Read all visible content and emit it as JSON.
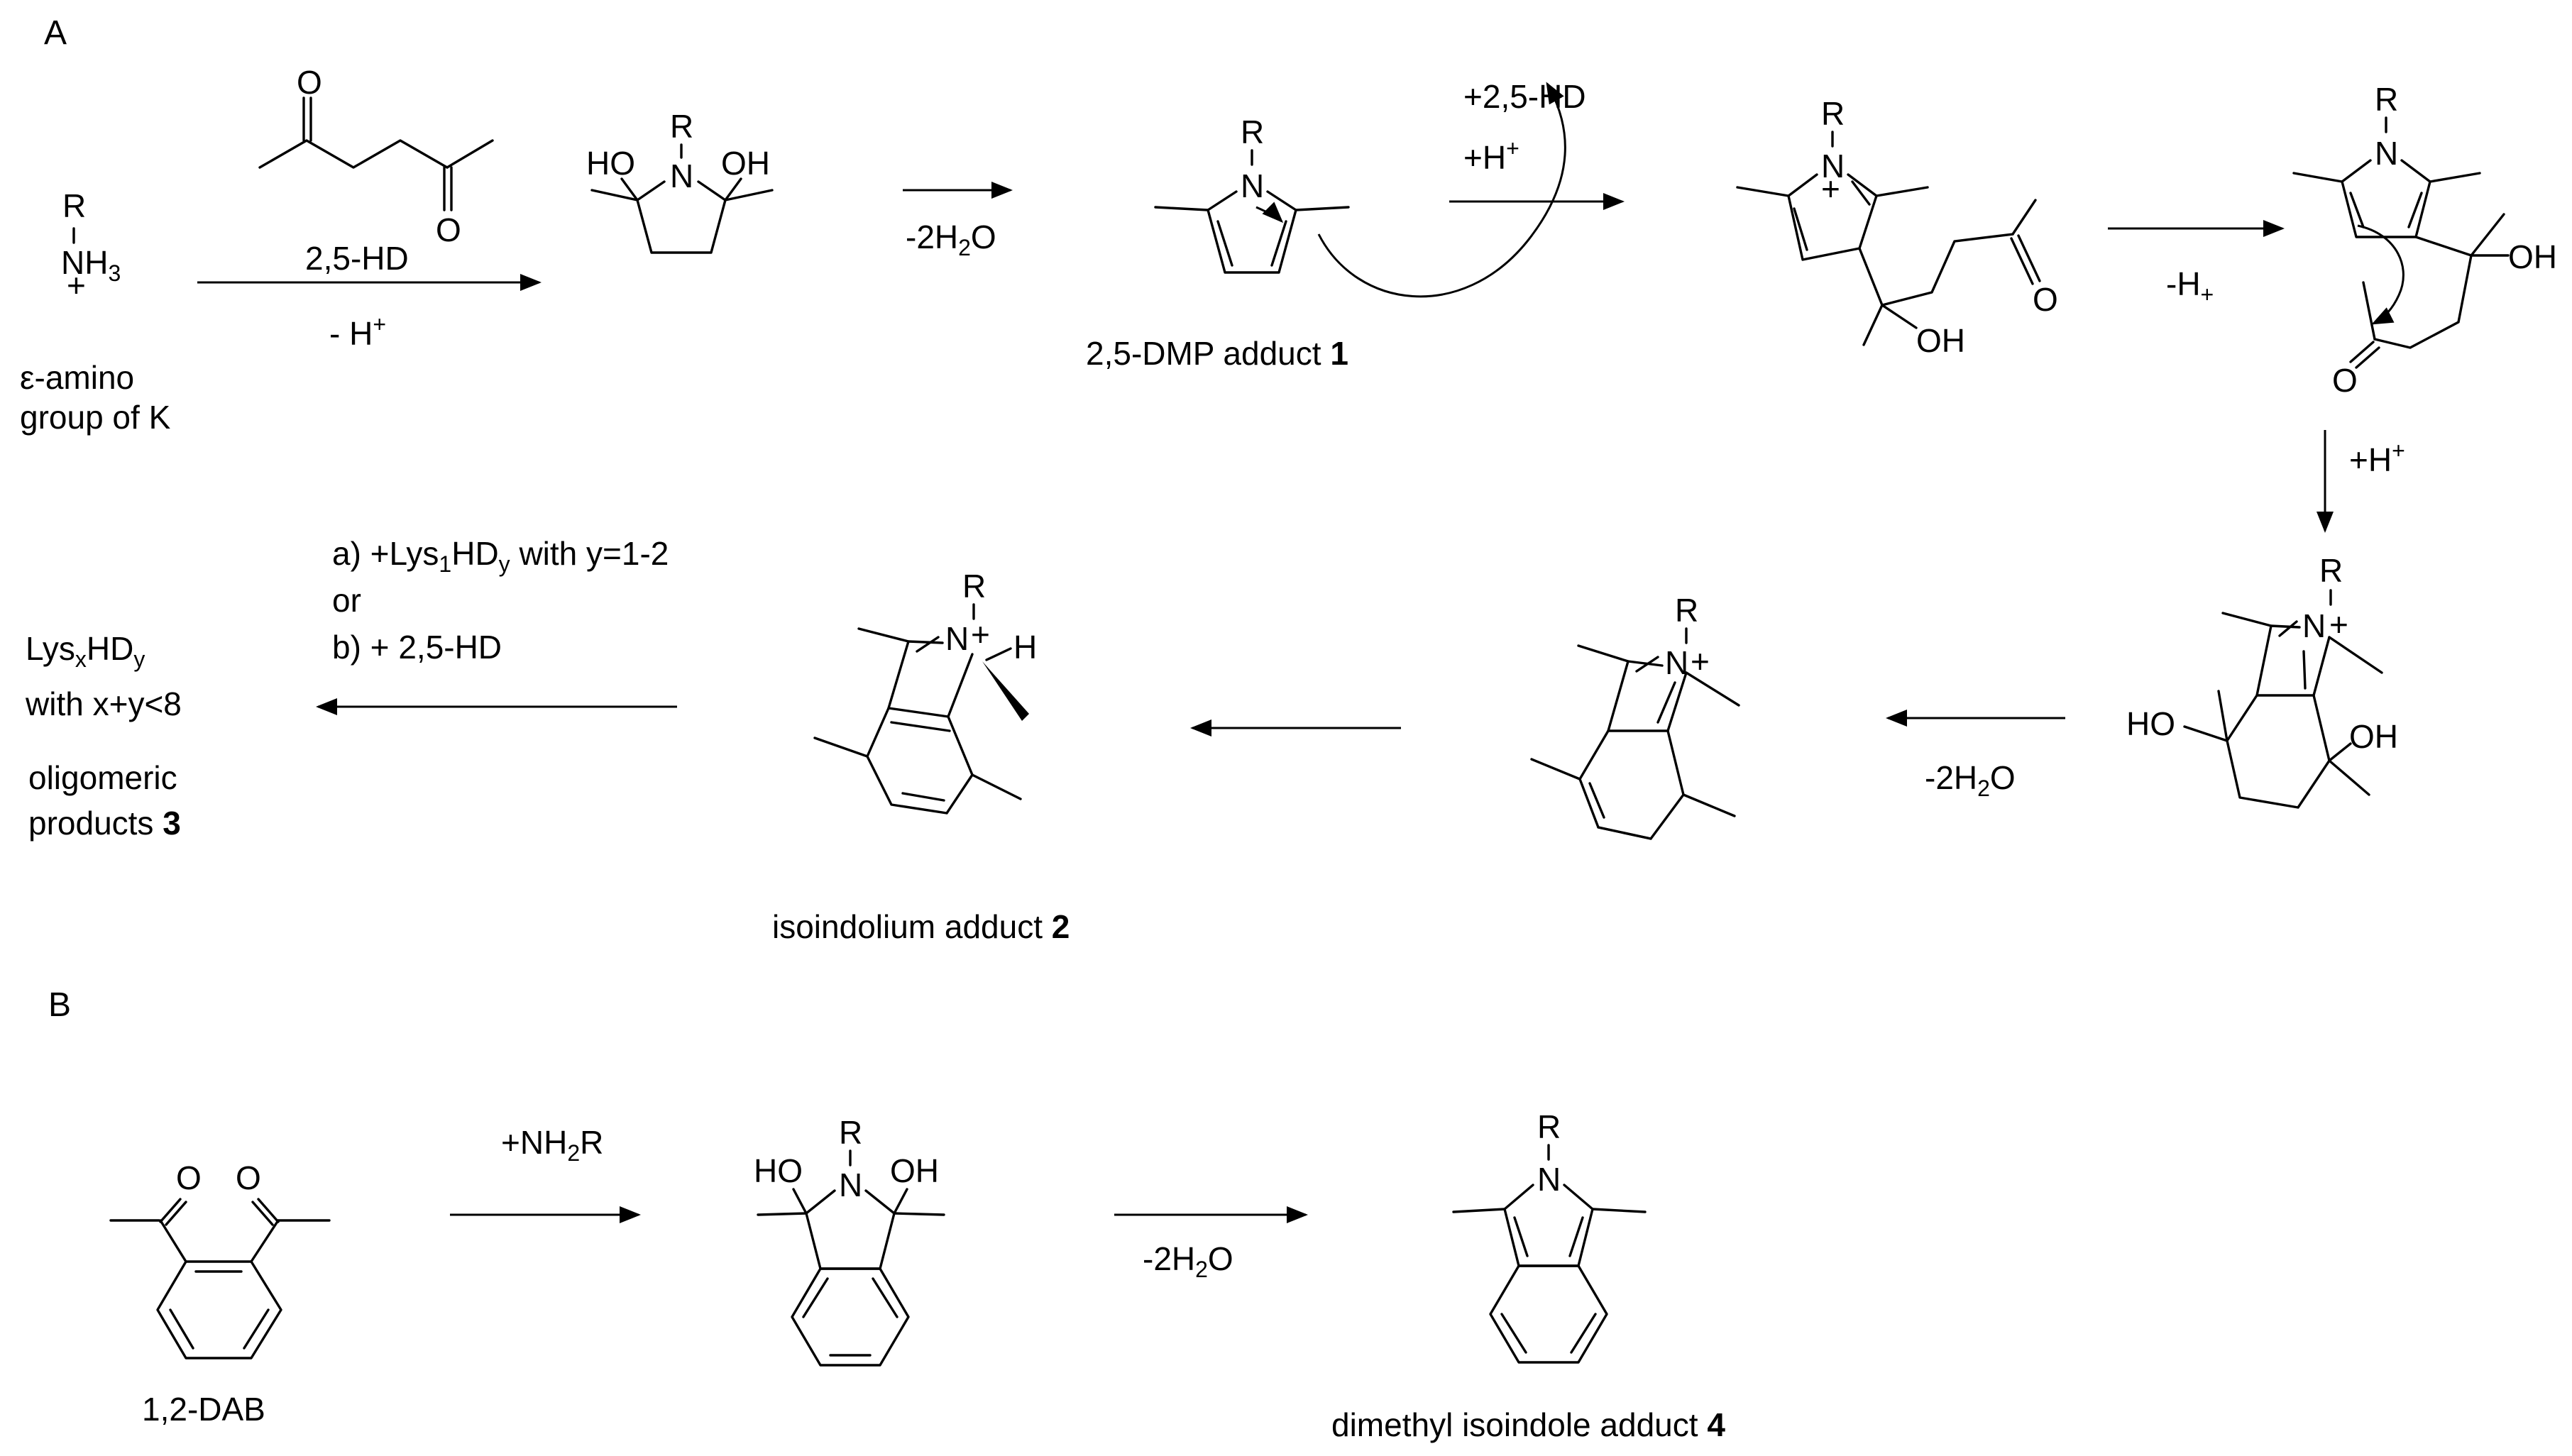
{
  "sections": {
    "a": "A",
    "b": "B"
  },
  "atoms": {
    "R": "R",
    "N": "N",
    "O": "O",
    "OH": "OH",
    "HO": "HO",
    "H": "H",
    "NH3": "NH",
    "sub3": "3",
    "plus": "+"
  },
  "labels": {
    "eps_line1": "ε-amino",
    "eps_line2": "group of K",
    "hd_reagent": "2,5-HD",
    "minus_h": "- H",
    "minus_2h2o_pre": "-2H",
    "minus_2h2o_sub": "2",
    "minus_2h2o_post": "O",
    "dmp_adduct": "2,5-DMP adduct ",
    "dmp_num": "1",
    "plus_hd": "+2,5-HD",
    "plus_h": "+H",
    "minus_hplus": "-H",
    "isoindolium": "isoindolium adduct ",
    "isoindolium_num": "2",
    "opt_a_pre": "a) +Lys",
    "opt_a_sub1": "1",
    "opt_a_mid": "HD",
    "opt_a_suby": "y",
    "opt_a_post": " with y=1-2",
    "opt_or": "or",
    "opt_b": "b) + 2,5-HD",
    "lys_pre": "Lys",
    "lys_subx": "x",
    "lys_mid": "HD",
    "lys_suby": "y",
    "with_xy": "with x+y<8",
    "oligo_line1": "oligomeric",
    "oligo_line2": "products ",
    "oligo_num": "3",
    "dab": "1,2-DAB",
    "plus_nh2r_pre": "+NH",
    "plus_nh2r_sub": "2",
    "plus_nh2r_post": "R",
    "isoindole": "dimethyl isoindole adduct ",
    "isoindole_num": "4"
  }
}
